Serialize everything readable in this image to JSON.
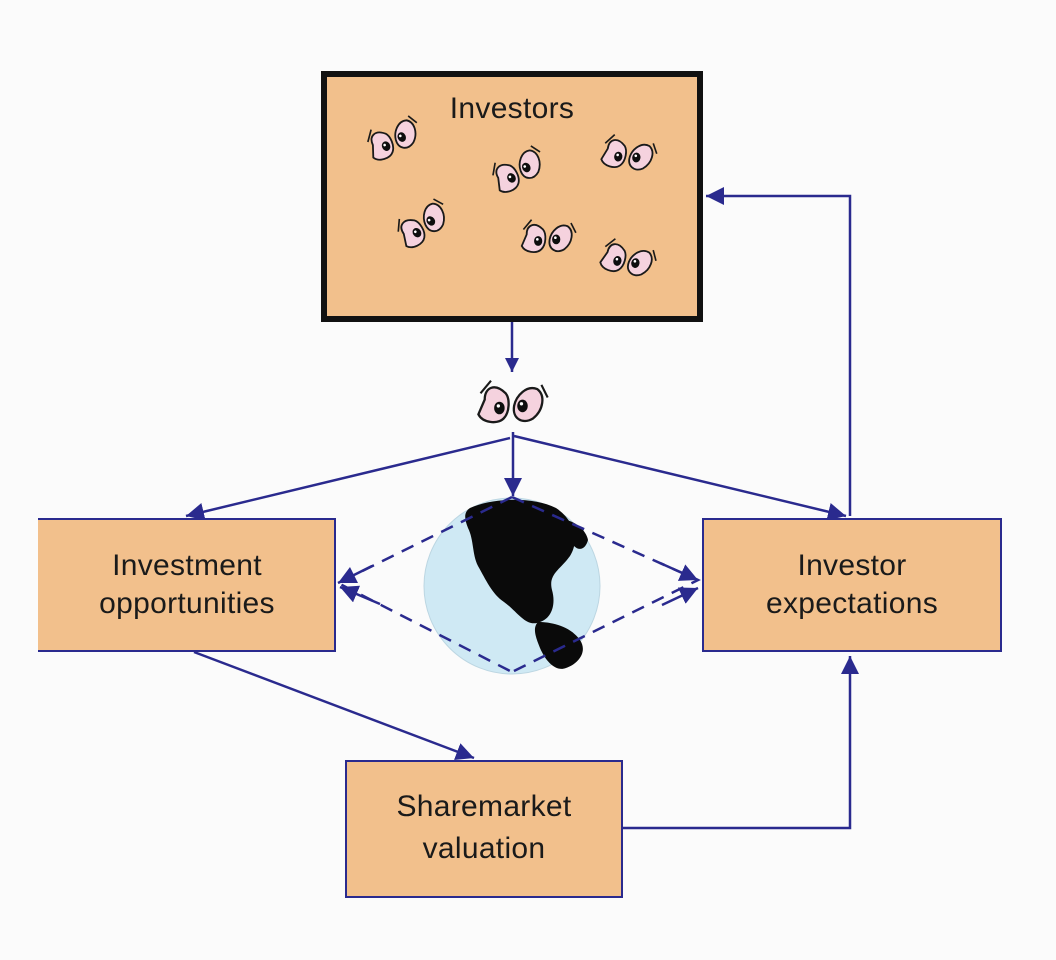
{
  "diagram": {
    "investors": {
      "label": "Investors"
    },
    "investment_opportunities": {
      "line1": "Investment",
      "line2": "opportunities"
    },
    "investor_expectations": {
      "line1": "Investor",
      "line2": "expectations"
    },
    "sharemarket_valuation": {
      "line1": "Sharemarket",
      "line2": "valuation"
    }
  },
  "colors": {
    "box_fill": "#f2c08c",
    "box_border": "#2a2a8e",
    "arrow": "#2a2a8e",
    "investors_border": "#111111",
    "globe_ocean": "#cfe9f4",
    "globe_land": "#0a0a0a",
    "eye_white": "#f5d2de",
    "eye_outline": "#1a1a1a"
  },
  "icons": [
    "eyes-icon",
    "globe-icon"
  ]
}
